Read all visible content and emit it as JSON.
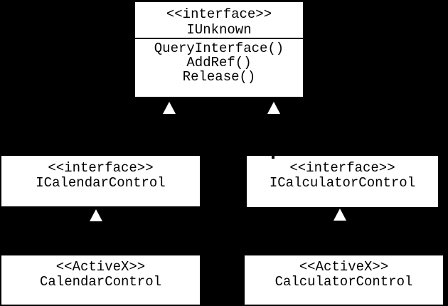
{
  "diagram": {
    "background_color": "#000000",
    "box_fill_color": "#ffffff",
    "box_border_color": "#000000",
    "text_color": "#000000",
    "arrowhead": {
      "icon": "hollow-triangle-up-icon",
      "color": "#ffffff",
      "meaning": "generalization"
    },
    "nodes": {
      "iunknown": {
        "stereotype": "<<interface>>",
        "name": "IUnknown",
        "methods": [
          "QueryInterface()",
          "AddRef()",
          "Release()"
        ]
      },
      "icalendarcontrol": {
        "stereotype": "<<interface>>",
        "name": "ICalendarControl"
      },
      "icalculatorcontrol": {
        "stereotype": "<<interface>>",
        "name": "ICalculatorControl"
      },
      "calendarcontrol": {
        "stereotype": "<<ActiveX>>",
        "name": "CalendarControl"
      },
      "calculatorcontrol": {
        "stereotype": "<<ActiveX>>",
        "name": "CalculatorControl"
      }
    }
  }
}
